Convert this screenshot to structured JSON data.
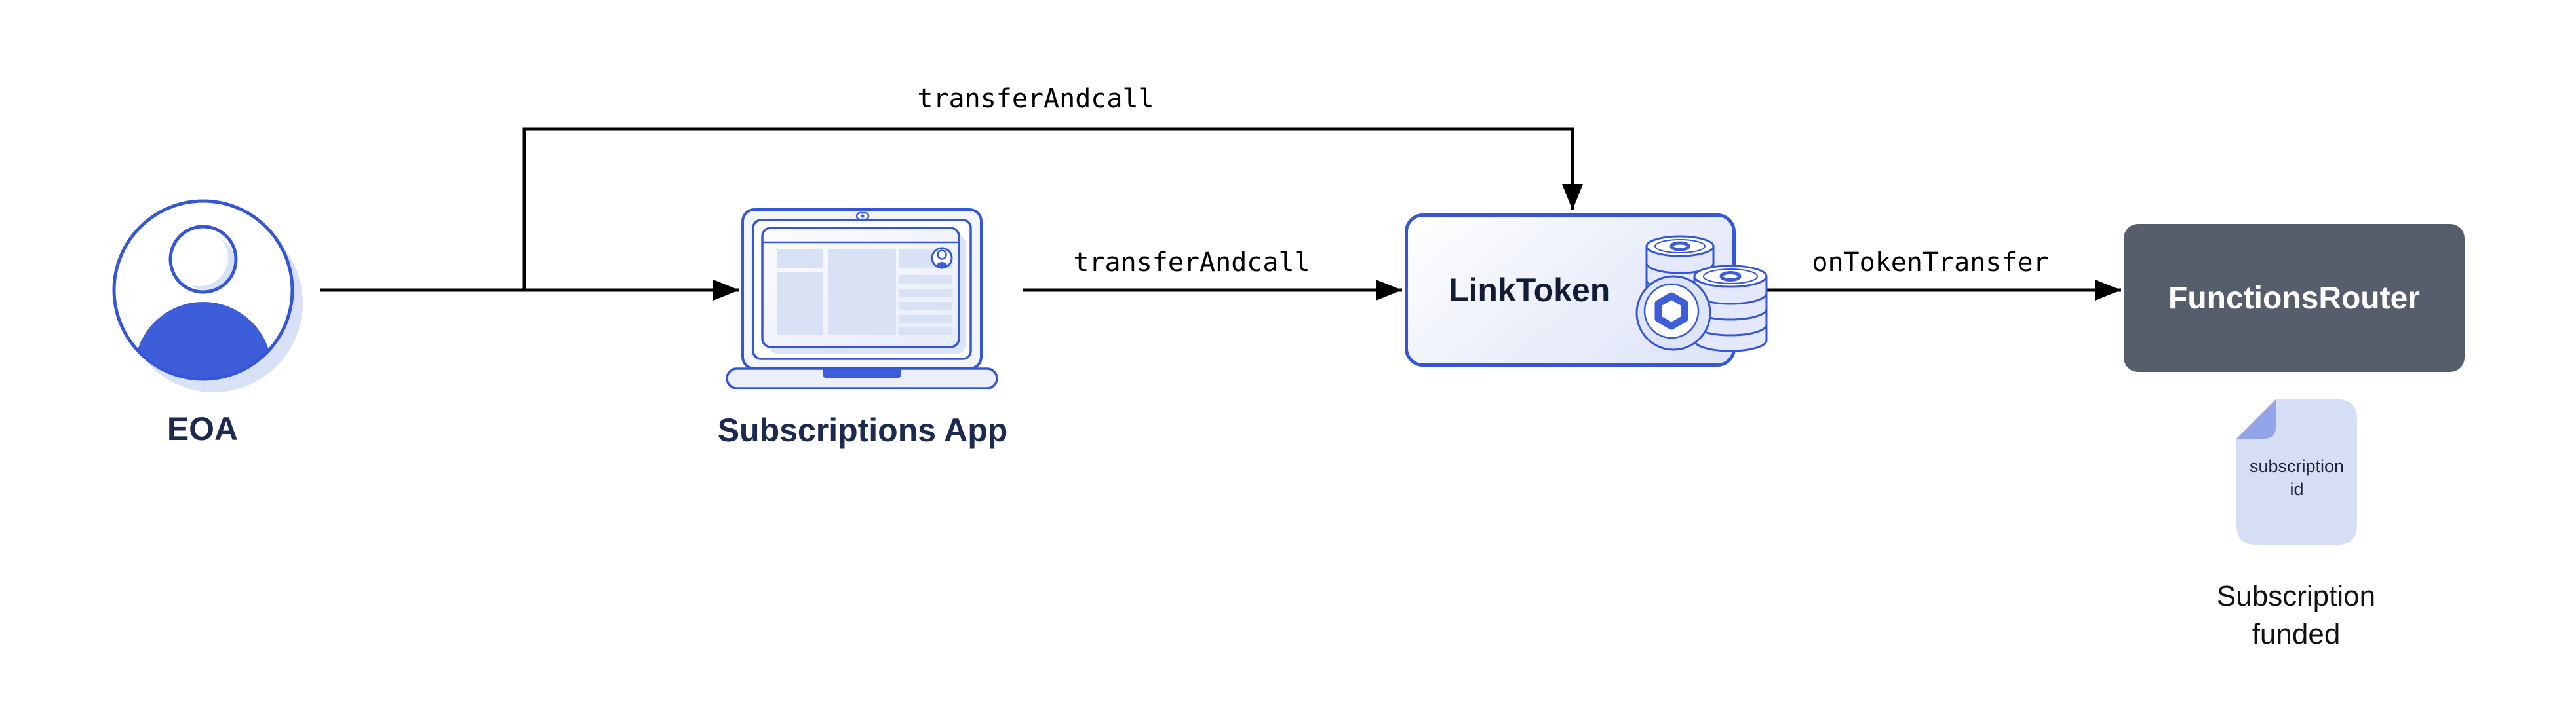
{
  "nodes": {
    "eoa": {
      "label": "EOA",
      "icon": "user-avatar-icon"
    },
    "subscriptions_app": {
      "label": "Subscriptions App",
      "icon": "laptop-browser-icon"
    },
    "link_token": {
      "label": "LinkToken",
      "icon": "coin-stack-icon"
    },
    "functions_router": {
      "label": "FunctionsRouter"
    }
  },
  "edges": {
    "eoa_to_linktoken": {
      "label": "transferAndcall"
    },
    "app_to_linktoken": {
      "label": "transferAndcall"
    },
    "linktoken_to_router": {
      "label": "onTokenTransfer"
    }
  },
  "artifact": {
    "icon": "document-icon",
    "doc_line1": "subscription",
    "doc_line2": "id",
    "caption_line1": "Subscription",
    "caption_line2": "funded"
  },
  "colors": {
    "accent_blue": "#3656d8",
    "solid_blue": "#3e5ed9",
    "light_lavender": "#d9e1f7",
    "panel_lavender": "#e9edfa",
    "navy_text": "#1b2a4e",
    "router_gray": "#565d6b",
    "doc_fill": "#d6def6",
    "doc_fold": "#93a5e8",
    "arrow_black": "#000000"
  }
}
